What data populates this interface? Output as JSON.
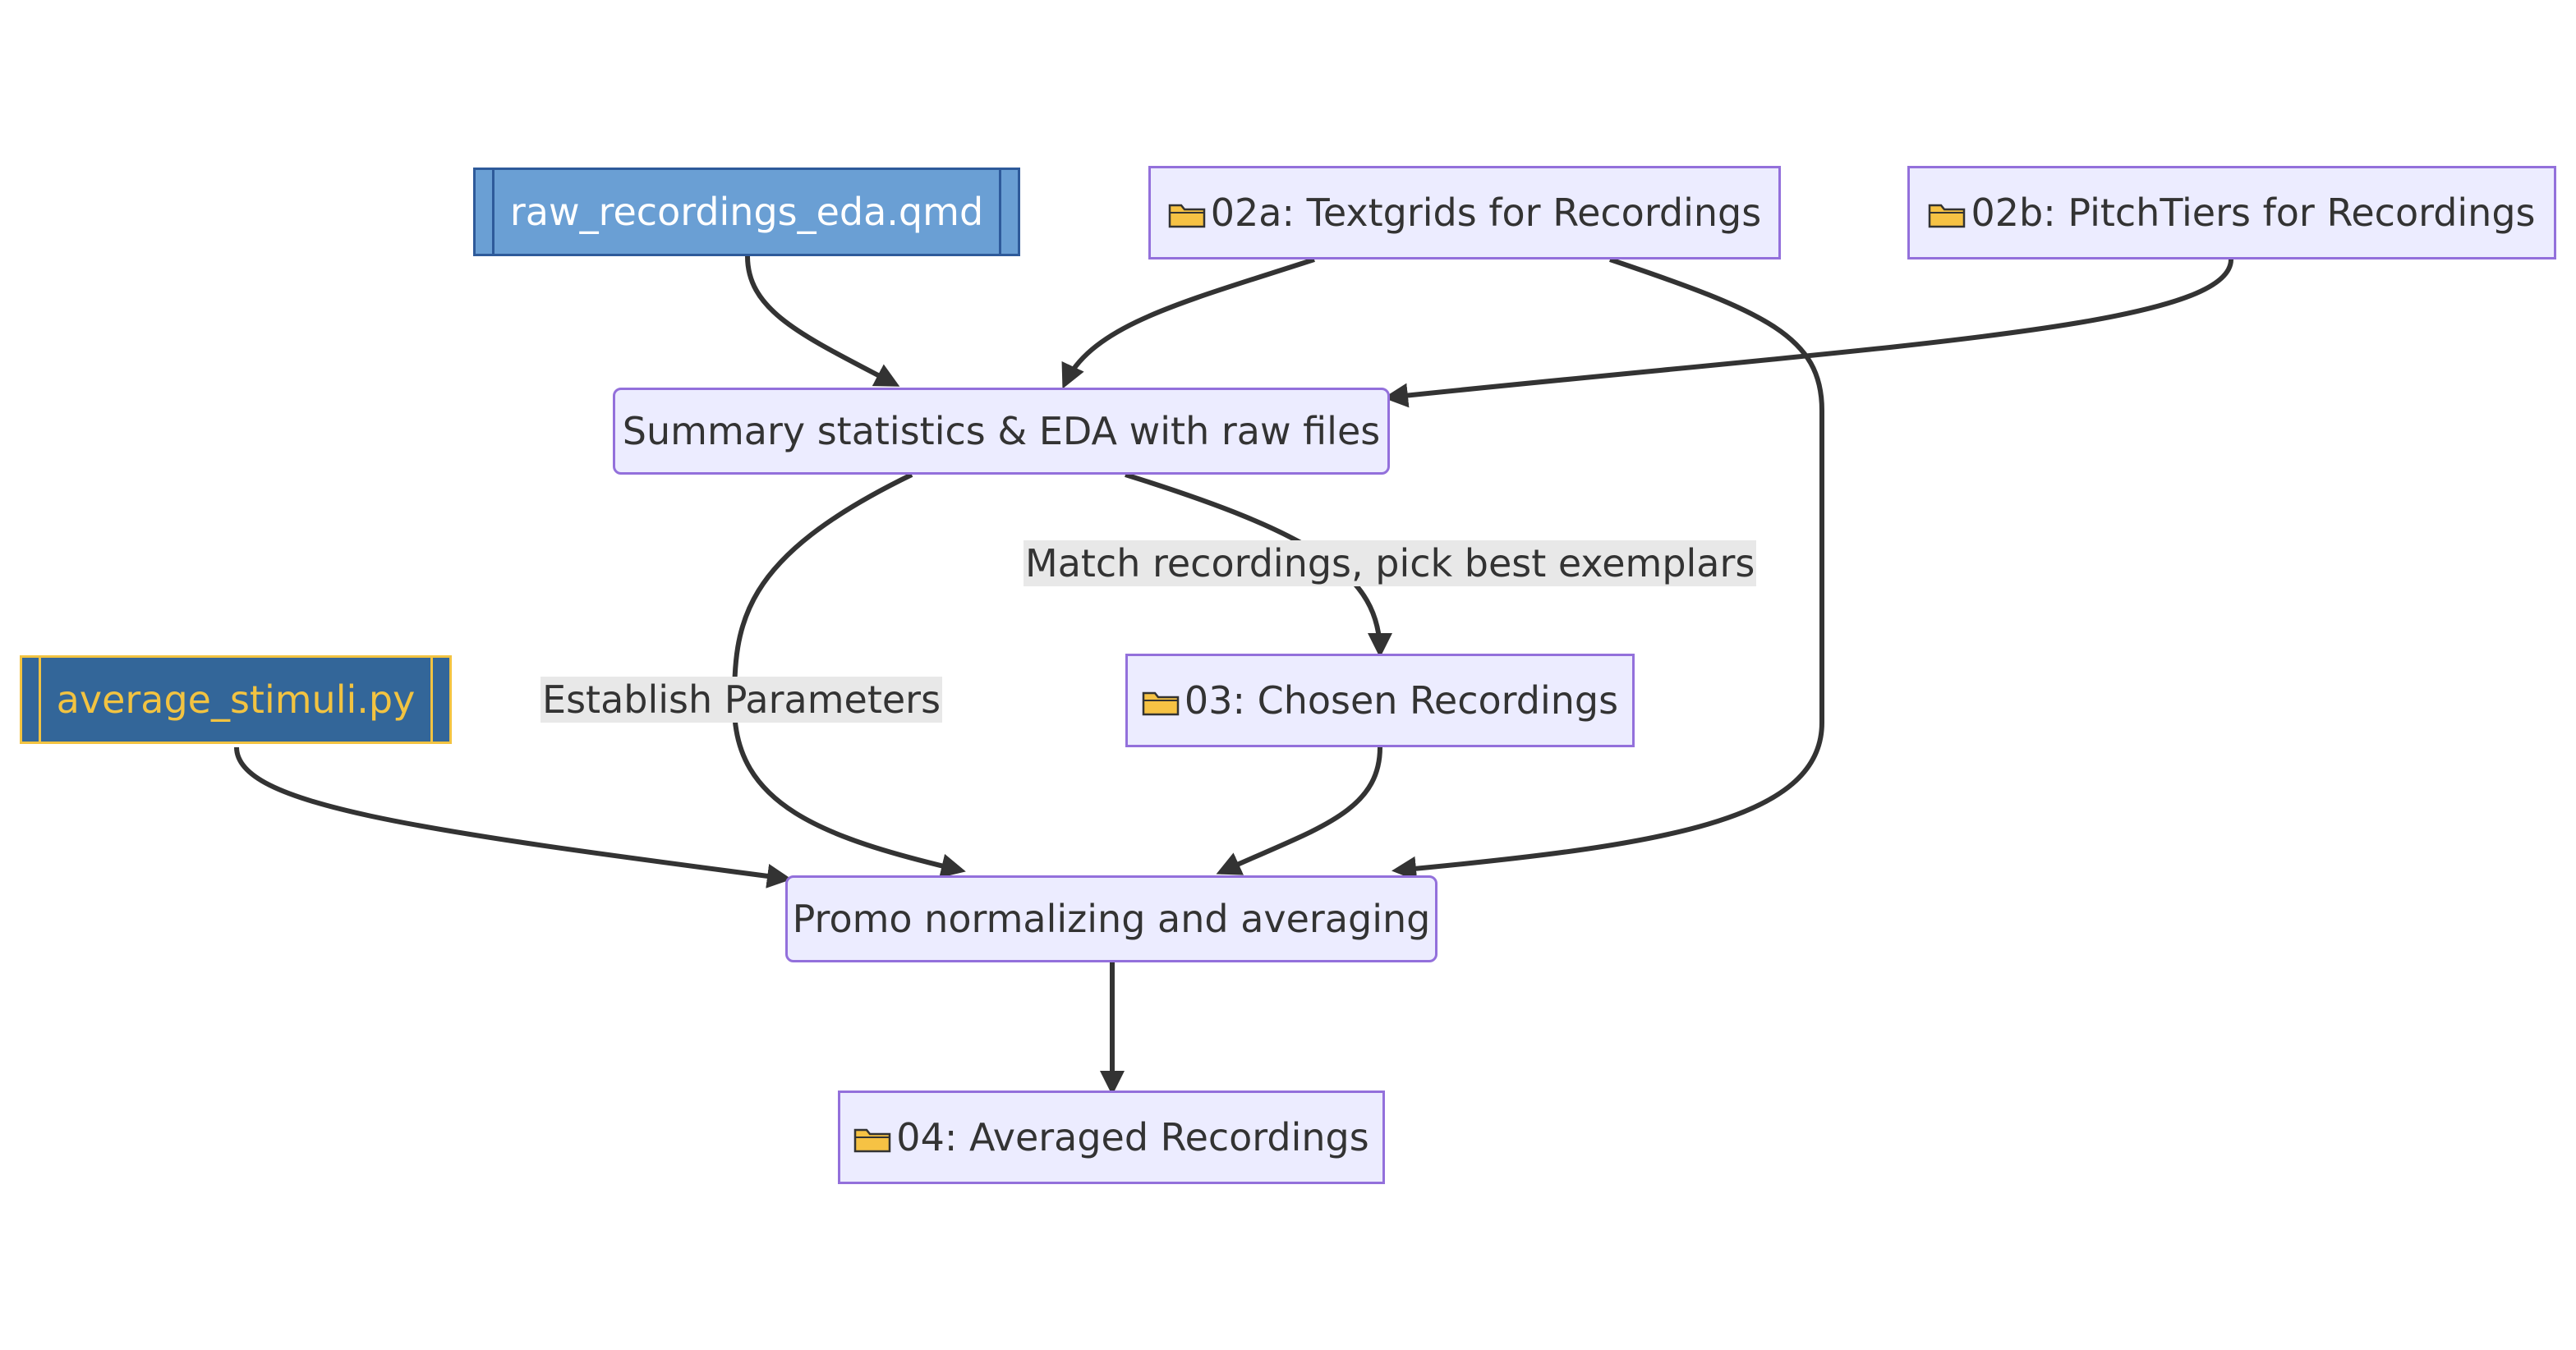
{
  "nodes": {
    "raw_eda_script": {
      "label": "raw_recordings_eda.qmd"
    },
    "textgrids": {
      "label": "02a: Textgrids for Recordings",
      "icon": "folder-icon"
    },
    "pitchtiers": {
      "label": "02b: PitchTiers for Recordings",
      "icon": "folder-icon"
    },
    "summary": {
      "label": "Summary statistics & EDA with raw files"
    },
    "average_script": {
      "label": "average_stimuli.py"
    },
    "chosen": {
      "label": "03: Chosen Recordings",
      "icon": "folder-icon"
    },
    "promo": {
      "label": "Promo normalizing and averaging"
    },
    "averaged": {
      "label": "04: Averaged Recordings",
      "icon": "folder-icon"
    }
  },
  "edge_labels": {
    "match": "Match recordings, pick best exemplars",
    "establish": "Establish Parameters"
  },
  "colors": {
    "node_fill": "#ECECFF",
    "node_border": "#9370DB",
    "edge": "#333333",
    "edge_label_bg": "#E8E8E8",
    "script_blue_fill": "#6A9FD4",
    "script_blue_border": "#2E5A9A",
    "script_dark_fill": "#336699",
    "script_dark_accent": "#F2C341",
    "folder_fill": "#F6C244"
  }
}
